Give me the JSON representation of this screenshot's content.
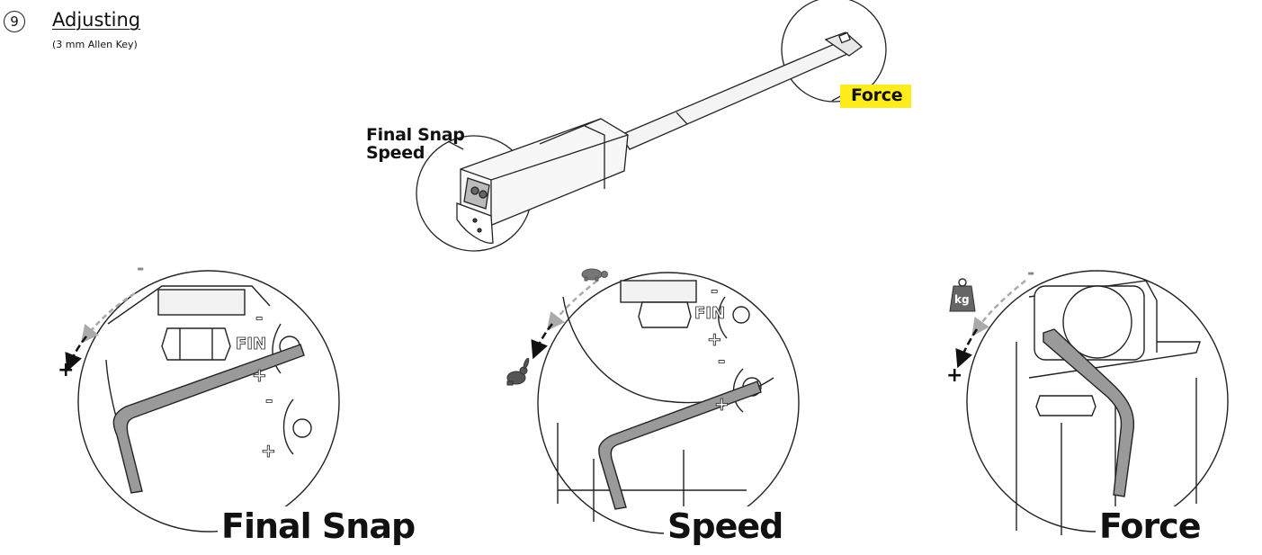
{
  "header": {
    "step_number": "9",
    "title": "Adjusting",
    "subtitle": "(3 mm Allen Key)"
  },
  "callouts": {
    "force": "Force",
    "final_snap_line1": "Final Snap",
    "final_snap_line2": "Speed"
  },
  "panels": [
    {
      "label": "Final Snap",
      "dial_text": "FIN",
      "minus": "-",
      "plus": "+"
    },
    {
      "label": "Speed",
      "dial_text": "FIN",
      "minus": "-",
      "plus": "+"
    },
    {
      "label": "Force",
      "icon_text": "kg",
      "minus": "-",
      "plus": "+"
    }
  ],
  "colors": {
    "highlight": "#ffec1a",
    "line": "#222222",
    "key": "#9a9a9a",
    "arrow_light": "#aaaaaa"
  },
  "icons": {
    "slow": "turtle-icon",
    "fast": "rabbit-icon",
    "weight": "weight-icon"
  }
}
